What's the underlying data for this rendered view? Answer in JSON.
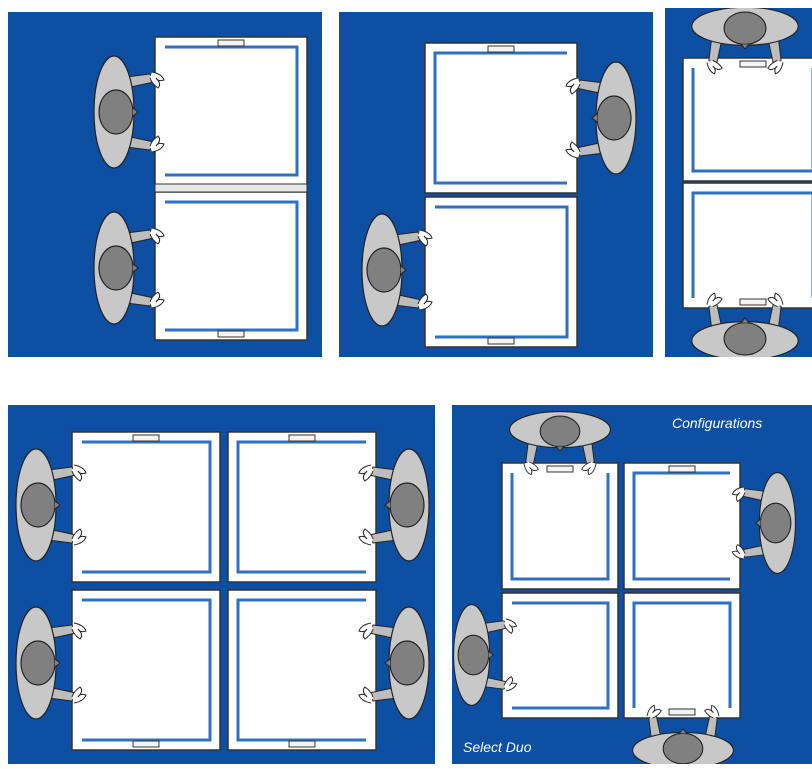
{
  "colors": {
    "background_blue": "#0d4fa3",
    "table_white": "#ffffff",
    "table_outline": "#333333",
    "table_line_blue": "#2f6fc4",
    "head_gray": "#808080",
    "body_gray": "#c8c8c8",
    "arm_gray": "#bdbdbd"
  },
  "panels": [
    {
      "id": "config-a",
      "description_visible": false,
      "tables": 2,
      "people": 2
    },
    {
      "id": "config-b",
      "description_visible": false,
      "tables": 2,
      "people": 2
    },
    {
      "id": "config-c",
      "description_visible": false,
      "tables": 2,
      "people": 2
    },
    {
      "id": "config-d",
      "description_visible": false,
      "tables": 4,
      "people": 4
    },
    {
      "id": "config-e",
      "description_visible": false,
      "tables": 4,
      "people": 4
    }
  ],
  "labels": {
    "configurations": "Configurations",
    "select_duo": "Select Duo"
  }
}
